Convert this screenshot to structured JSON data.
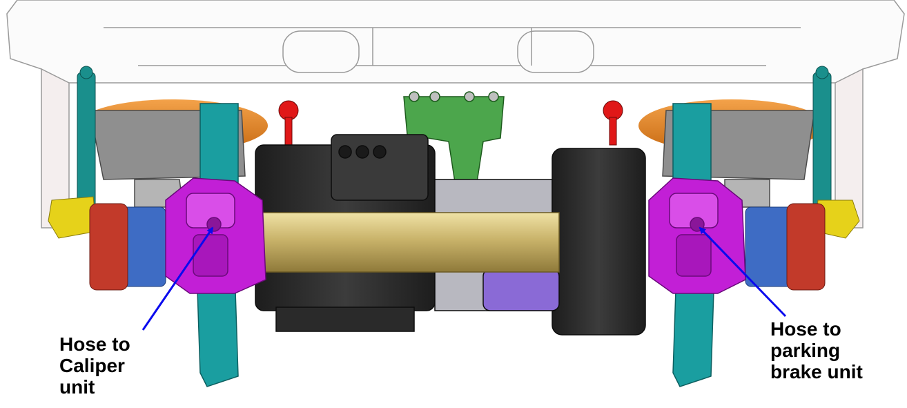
{
  "labels": {
    "left": [
      "Hose to",
      "Caliper",
      "unit"
    ],
    "right": [
      "Hose to",
      "parking",
      "brake unit"
    ]
  },
  "colors": {
    "caliper": "#c21fd6",
    "caliper_dark": "#8a1699",
    "axle_tube": "#c9b36a",
    "motor": "#2c2c2c",
    "wheel": "#1a9ea0",
    "damper": "#1a8f8c",
    "air_spring": "#e0801a",
    "chevron_mount": "#c23a2a",
    "yellow_part": "#e6d21a",
    "blue_part": "#3e6cc4",
    "red_link": "#e01818",
    "green_bracket": "#4ca64c",
    "arrow": "#0a0aee",
    "frame_line": "#9a9a9a"
  }
}
